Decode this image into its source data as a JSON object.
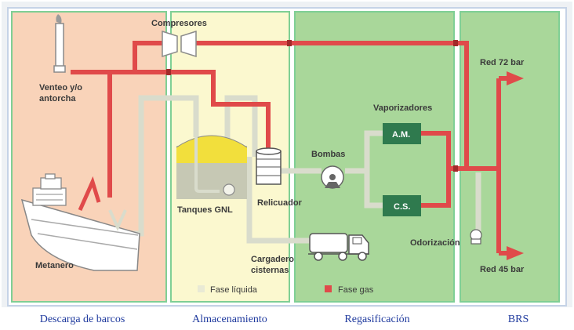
{
  "colors": {
    "gas": "#e04a4a",
    "liquid": "#d9dccc",
    "zone_descarga": "#f9d3b9",
    "zone_almacenamiento": "#fbf8cf",
    "zone_regasificacion": "#a9d79a",
    "zone_brs": "#a9d79a",
    "zone_border": "#7fcf95",
    "vaporizer_box": "#2f7a4e"
  },
  "labels": {
    "compresores": "Compresores",
    "venteo_line1": "Venteo y/o",
    "venteo_line2": "antorcha",
    "red72": "Red 72 bar",
    "vaporizadores": "Vaporizadores",
    "am": "A.M.",
    "bombas": "Bombas",
    "cs": "C.S.",
    "tanques": "Tanques GNL",
    "relicuador": "Relicuador",
    "odorizacion": "Odorización",
    "metanero": "Metanero",
    "cargadero_line1": "Cargadero",
    "cargadero_line2": "cisternas",
    "red45": "Red 45 bar"
  },
  "legend": {
    "liquid": "Fase líquida",
    "gas": "Fase gas"
  },
  "zones": [
    {
      "name": "Descarga de barcos"
    },
    {
      "name": "Almacenamiento"
    },
    {
      "name": "Regasificación"
    },
    {
      "name": "BRS"
    }
  ]
}
